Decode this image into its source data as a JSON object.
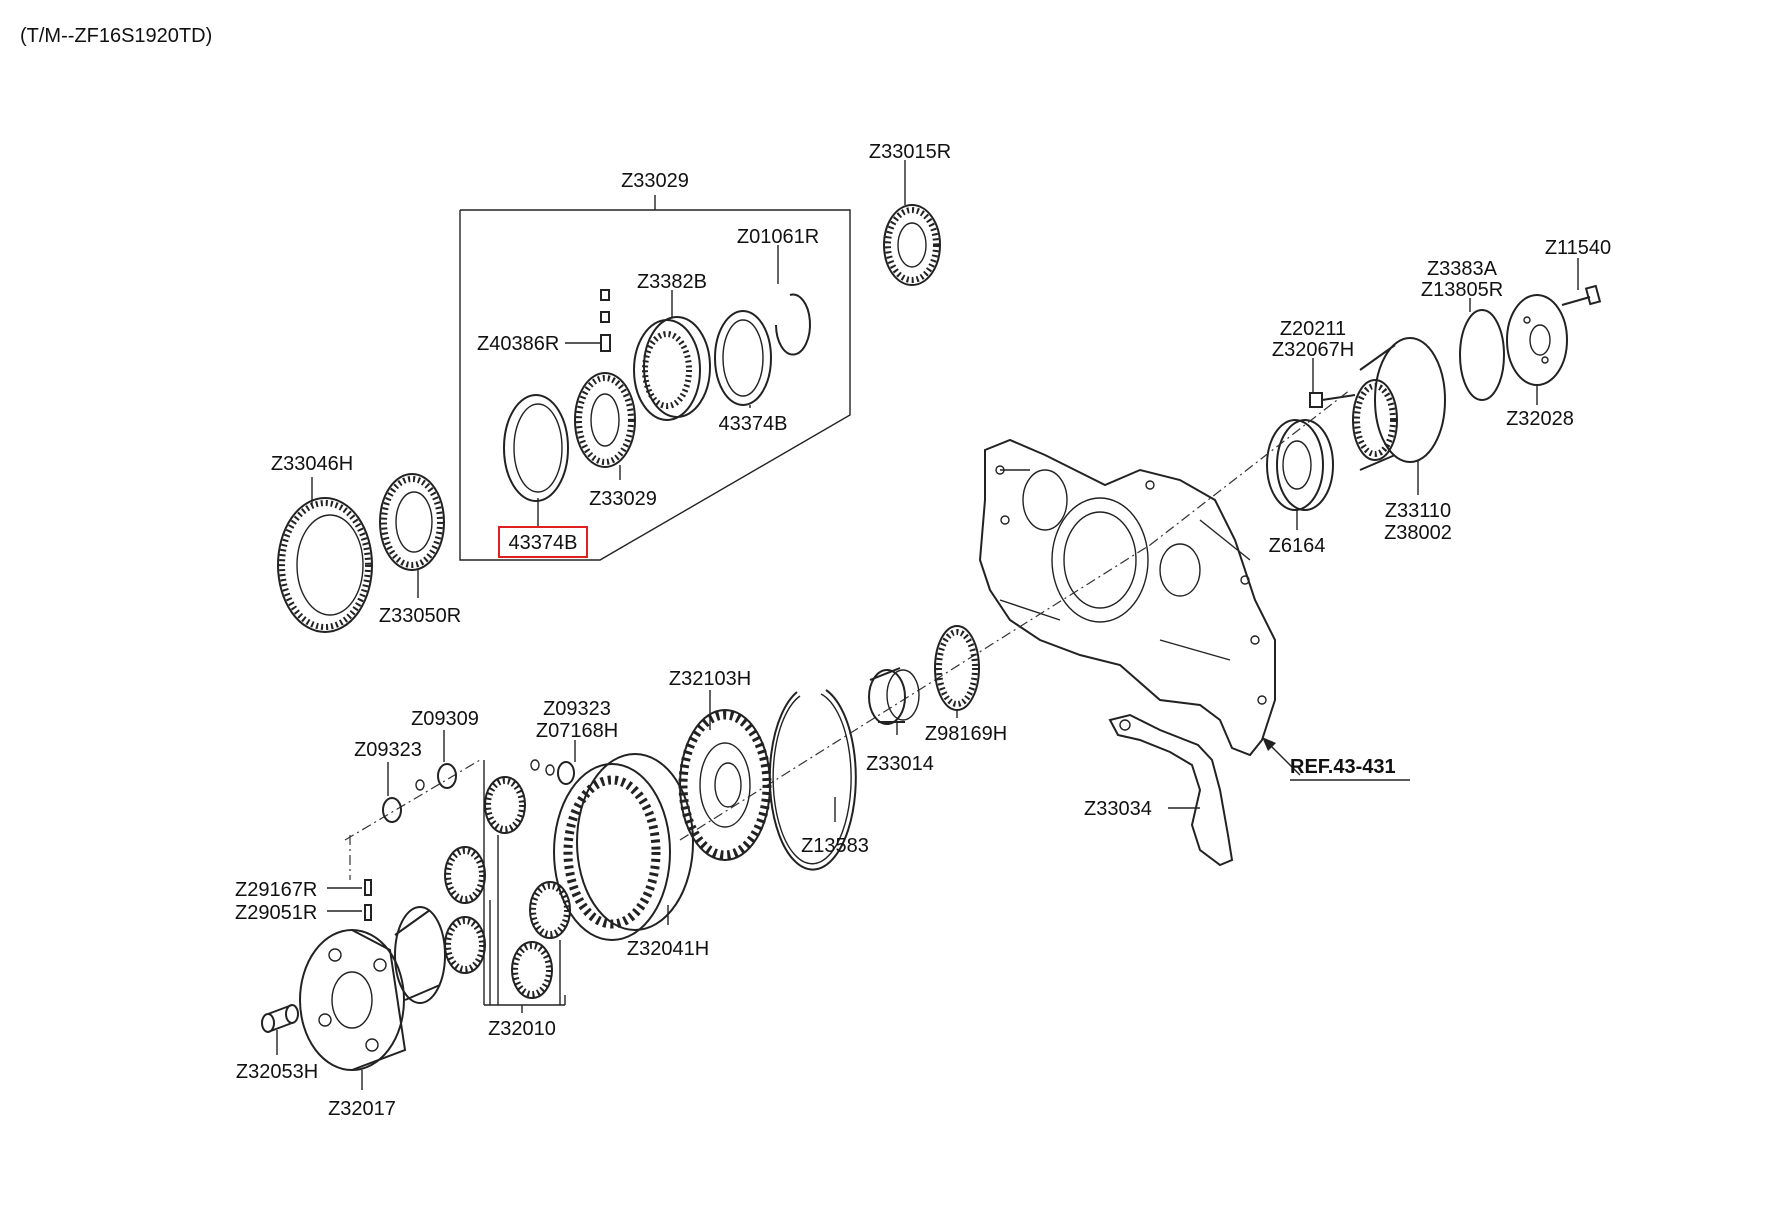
{
  "header": {
    "model": "(T/M--ZF16S1920TD)"
  },
  "reference": "REF.43-431",
  "highlight_color": "#e02020",
  "labels": {
    "z33029_top": "Z33029",
    "z33015r": "Z33015R",
    "z01061r": "Z01061R",
    "z3382b": "Z3382B",
    "z40386r": "Z40386R",
    "p43374b_right": "43374B",
    "z33029_hub": "Z33029",
    "p43374b_selected": "43374B",
    "z33046h": "Z33046H",
    "z33050r": "Z33050R",
    "z11540": "Z11540",
    "z3383a": "Z3383A",
    "z13805r": "Z13805R",
    "z20211": "Z20211",
    "z32067h": "Z32067H",
    "z32028": "Z32028",
    "z33110": "Z33110",
    "z38002": "Z38002",
    "z6164": "Z6164",
    "z32103h": "Z32103H",
    "z09323_a": "Z09323",
    "z07168h": "Z07168H",
    "z09309": "Z09309",
    "z09323_b": "Z09323",
    "z33014": "Z33014",
    "z98169h": "Z98169H",
    "z13583": "Z13583",
    "z33034": "Z33034",
    "z29167r": "Z29167R",
    "z29051r": "Z29051R",
    "z32041h": "Z32041H",
    "z32010": "Z32010",
    "z32053h": "Z32053H",
    "z32017": "Z32017"
  }
}
